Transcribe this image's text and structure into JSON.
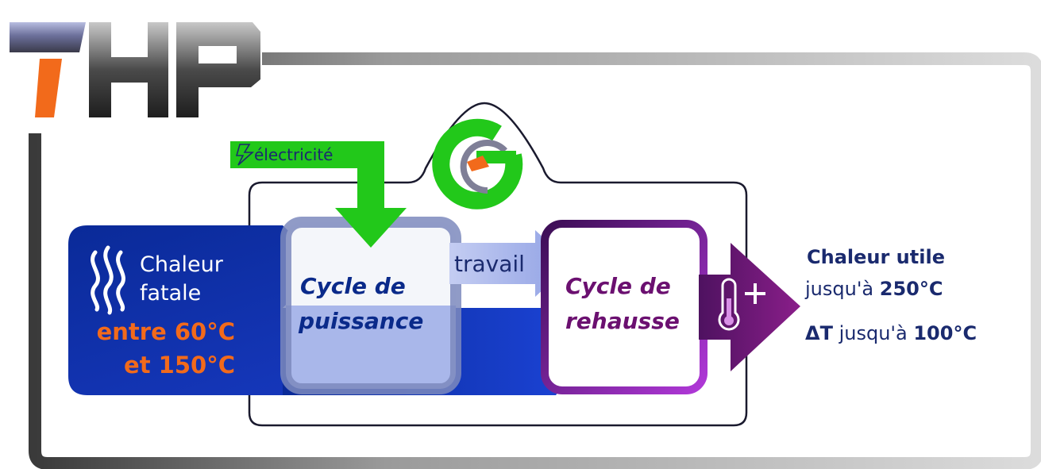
{
  "logo": {
    "text": "THP"
  },
  "inputs": {
    "electricity_label": "électricité",
    "heat_source_line1": "Chaleur",
    "heat_source_line2": "fatale",
    "temp_line1": "entre 60°C",
    "temp_line2": "et 150°C"
  },
  "cycles": {
    "power_line1": "Cycle de",
    "power_line2": "puissance",
    "boost_line1": "Cycle de",
    "boost_line2": "rehausse",
    "work_label": "travail"
  },
  "output": {
    "title": "Chaleur utile",
    "line2_prefix": "jusqu'à ",
    "line2_value": "250°C",
    "line3_delta": "ΔT",
    "line3_prefix": " jusqu'à ",
    "line3_value": "100°C"
  },
  "icons": {
    "logo": "e-logo-icon",
    "heat": "heat-waves-icon",
    "lightning": "lightning-icon",
    "thermometer": "thermometer-plus-icon"
  },
  "colors": {
    "heat_blue": "#0b2fa0",
    "orange": "#f26a1b",
    "green": "#22c81a",
    "purple": "#6b1070",
    "text_navy": "#1a2a6e"
  }
}
